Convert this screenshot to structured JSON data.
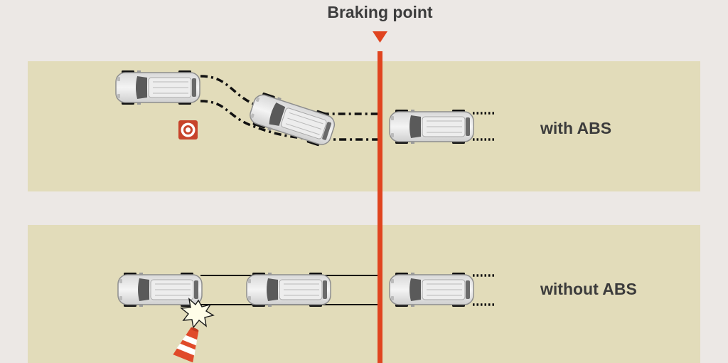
{
  "title": "Braking point",
  "lanes": {
    "with_abs": "with ABS",
    "without_abs": "without ABS"
  },
  "colors": {
    "background": "#ece8e5",
    "lane": "#e2dcba",
    "braking_line": "#e0441f",
    "text": "#3c3c3c"
  },
  "icons": [
    "car-icon",
    "traffic-cone-icon",
    "collision-burst-icon",
    "braking-marker-icon"
  ]
}
